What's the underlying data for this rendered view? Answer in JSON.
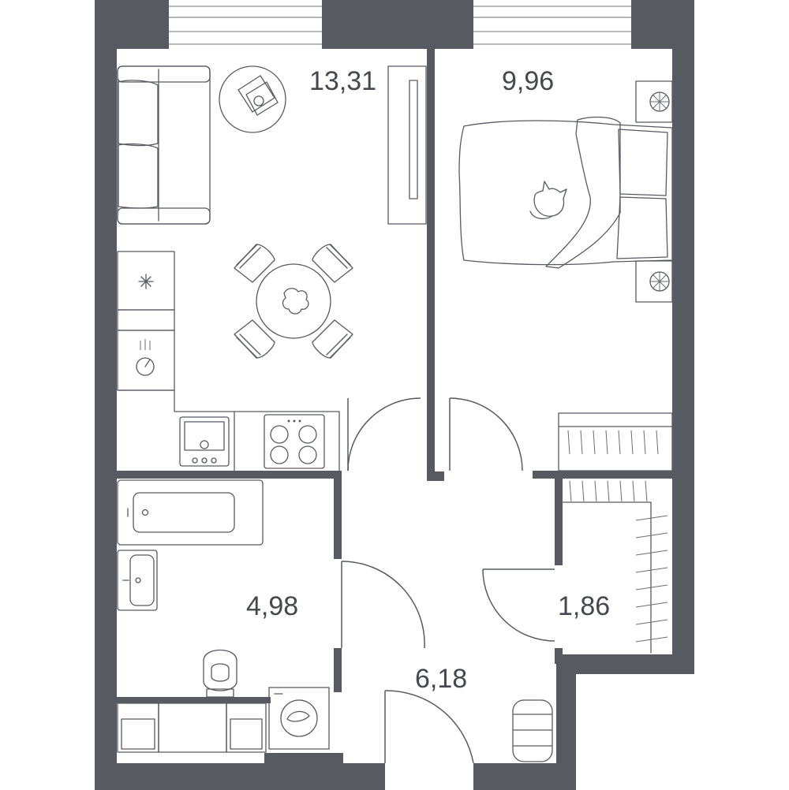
{
  "plan": {
    "rooms": [
      {
        "id": "living-kitchen",
        "area": "13,31"
      },
      {
        "id": "bedroom",
        "area": "9,96"
      },
      {
        "id": "bathroom",
        "area": "4,98"
      },
      {
        "id": "closet",
        "area": "1,86"
      },
      {
        "id": "hallway",
        "area": "6,18"
      }
    ]
  },
  "colors": {
    "wall": "#575a61",
    "line": "#575a61",
    "background": "#ffffff"
  },
  "icons": [
    "sofa-icon",
    "coffee-table-icon",
    "tv-icon",
    "dining-table-icon",
    "chair-icon",
    "fridge-icon",
    "sink-icon",
    "oven-icon",
    "cooktop-icon",
    "bed-icon",
    "cat-icon",
    "nightstand-icon",
    "lamp-icon",
    "wardrobe-icon",
    "bathtub-icon",
    "washbasin-icon",
    "toilet-icon",
    "washing-machine-icon",
    "window-icon",
    "door-swing-icon",
    "pouf-icon"
  ]
}
